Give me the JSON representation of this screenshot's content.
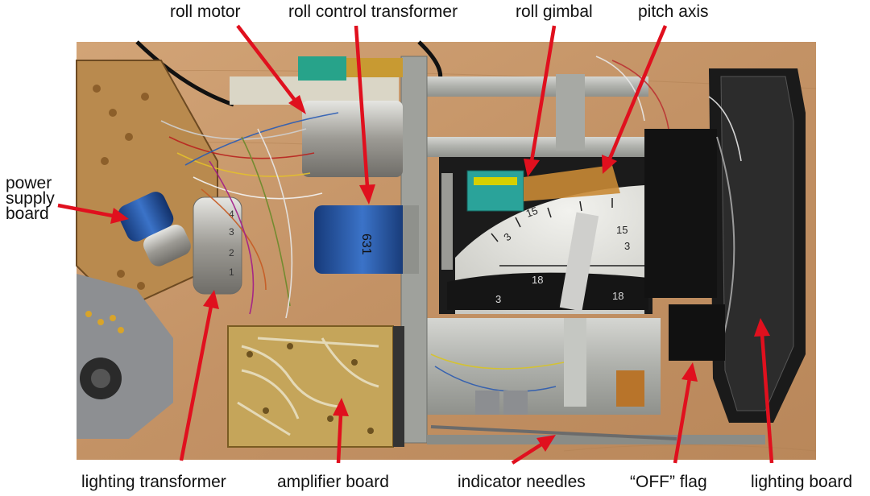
{
  "labels": {
    "roll_motor": "roll motor",
    "roll_control_transformer": "roll control transformer",
    "roll_gimbal": "roll gimbal",
    "pitch_axis": "pitch axis",
    "power_supply_board": "power\nsupply\nboard",
    "lighting_transformer": "lighting transformer",
    "amplifier_board": "amplifier board",
    "indicator_needles": "indicator needles",
    "off_flag": "“OFF” flag",
    "lighting_board": "lighting board"
  },
  "dial": {
    "marks": [
      "15",
      "3",
      "15",
      "3",
      "18",
      "18",
      "3"
    ],
    "tag": "631"
  },
  "colors": {
    "arrow": "#e0101e",
    "wood": "#c89a6c",
    "metal": "#b6b8b3",
    "dark": "#1a1a1a"
  }
}
